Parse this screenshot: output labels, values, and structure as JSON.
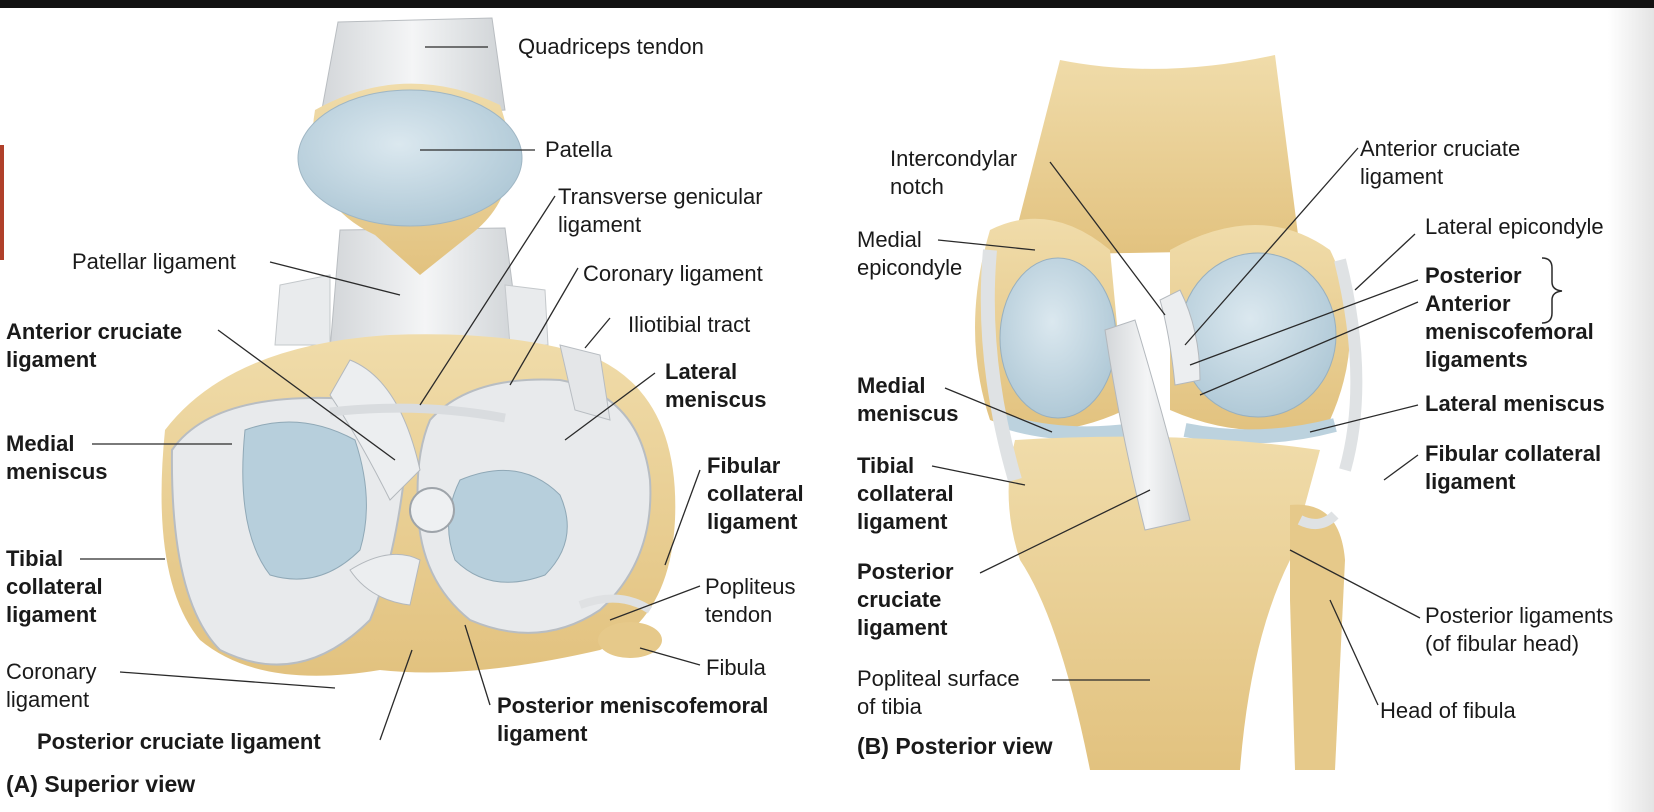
{
  "panel_a": {
    "caption": "(A) Superior view",
    "labels": {
      "quadriceps_tendon": "Quadriceps tendon",
      "patella": "Patella",
      "transverse_genicular": "Transverse genicular\nligament",
      "patellar_ligament": "Patellar ligament",
      "coronary_ligament_top": "Coronary ligament",
      "iliotibial_tract": "Iliotibial tract",
      "anterior_cruciate": "Anterior cruciate\nligament",
      "lateral_meniscus": "Lateral\nmeniscus",
      "medial_meniscus": "Medial\nmeniscus",
      "fibular_collateral": "Fibular\ncollateral\nligament",
      "tibial_collateral": "Tibial\ncollateral\nligament",
      "popliteus_tendon": "Popliteus\ntendon",
      "coronary_ligament_bottom": "Coronary\nligament",
      "fibula": "Fibula",
      "posterior_meniscofemoral": "Posterior meniscofemoral\nligament",
      "posterior_cruciate": "Posterior cruciate ligament"
    }
  },
  "panel_b": {
    "caption": "(B) Posterior view",
    "labels": {
      "intercondylar_notch": "Intercondylar\nnotch",
      "anterior_cruciate": "Anterior cruciate\nligament",
      "medial_epicondyle": "Medial\nepicondyle",
      "lateral_epicondyle": "Lateral epicondyle",
      "posterior": "Posterior",
      "anterior": "Anterior",
      "meniscofemoral_ligaments": "meniscofemoral\nligaments",
      "medial_meniscus": "Medial\nmeniscus",
      "lateral_meniscus": "Lateral meniscus",
      "tibial_collateral": "Tibial\ncollateral\nligament",
      "fibular_collateral": "Fibular collateral\nligament",
      "posterior_cruciate": "Posterior\ncruciate\nligament",
      "posterior_ligaments": "Posterior ligaments\n(of fibular head)",
      "popliteal_surface": "Popliteal surface\nof tibia",
      "head_of_fibula": "Head of fibula"
    }
  },
  "colors": {
    "bone": "#e8cf94",
    "cartilage": "#c2d8e4",
    "ligament": "#e6e8ea",
    "text": "#1a1a1a"
  }
}
